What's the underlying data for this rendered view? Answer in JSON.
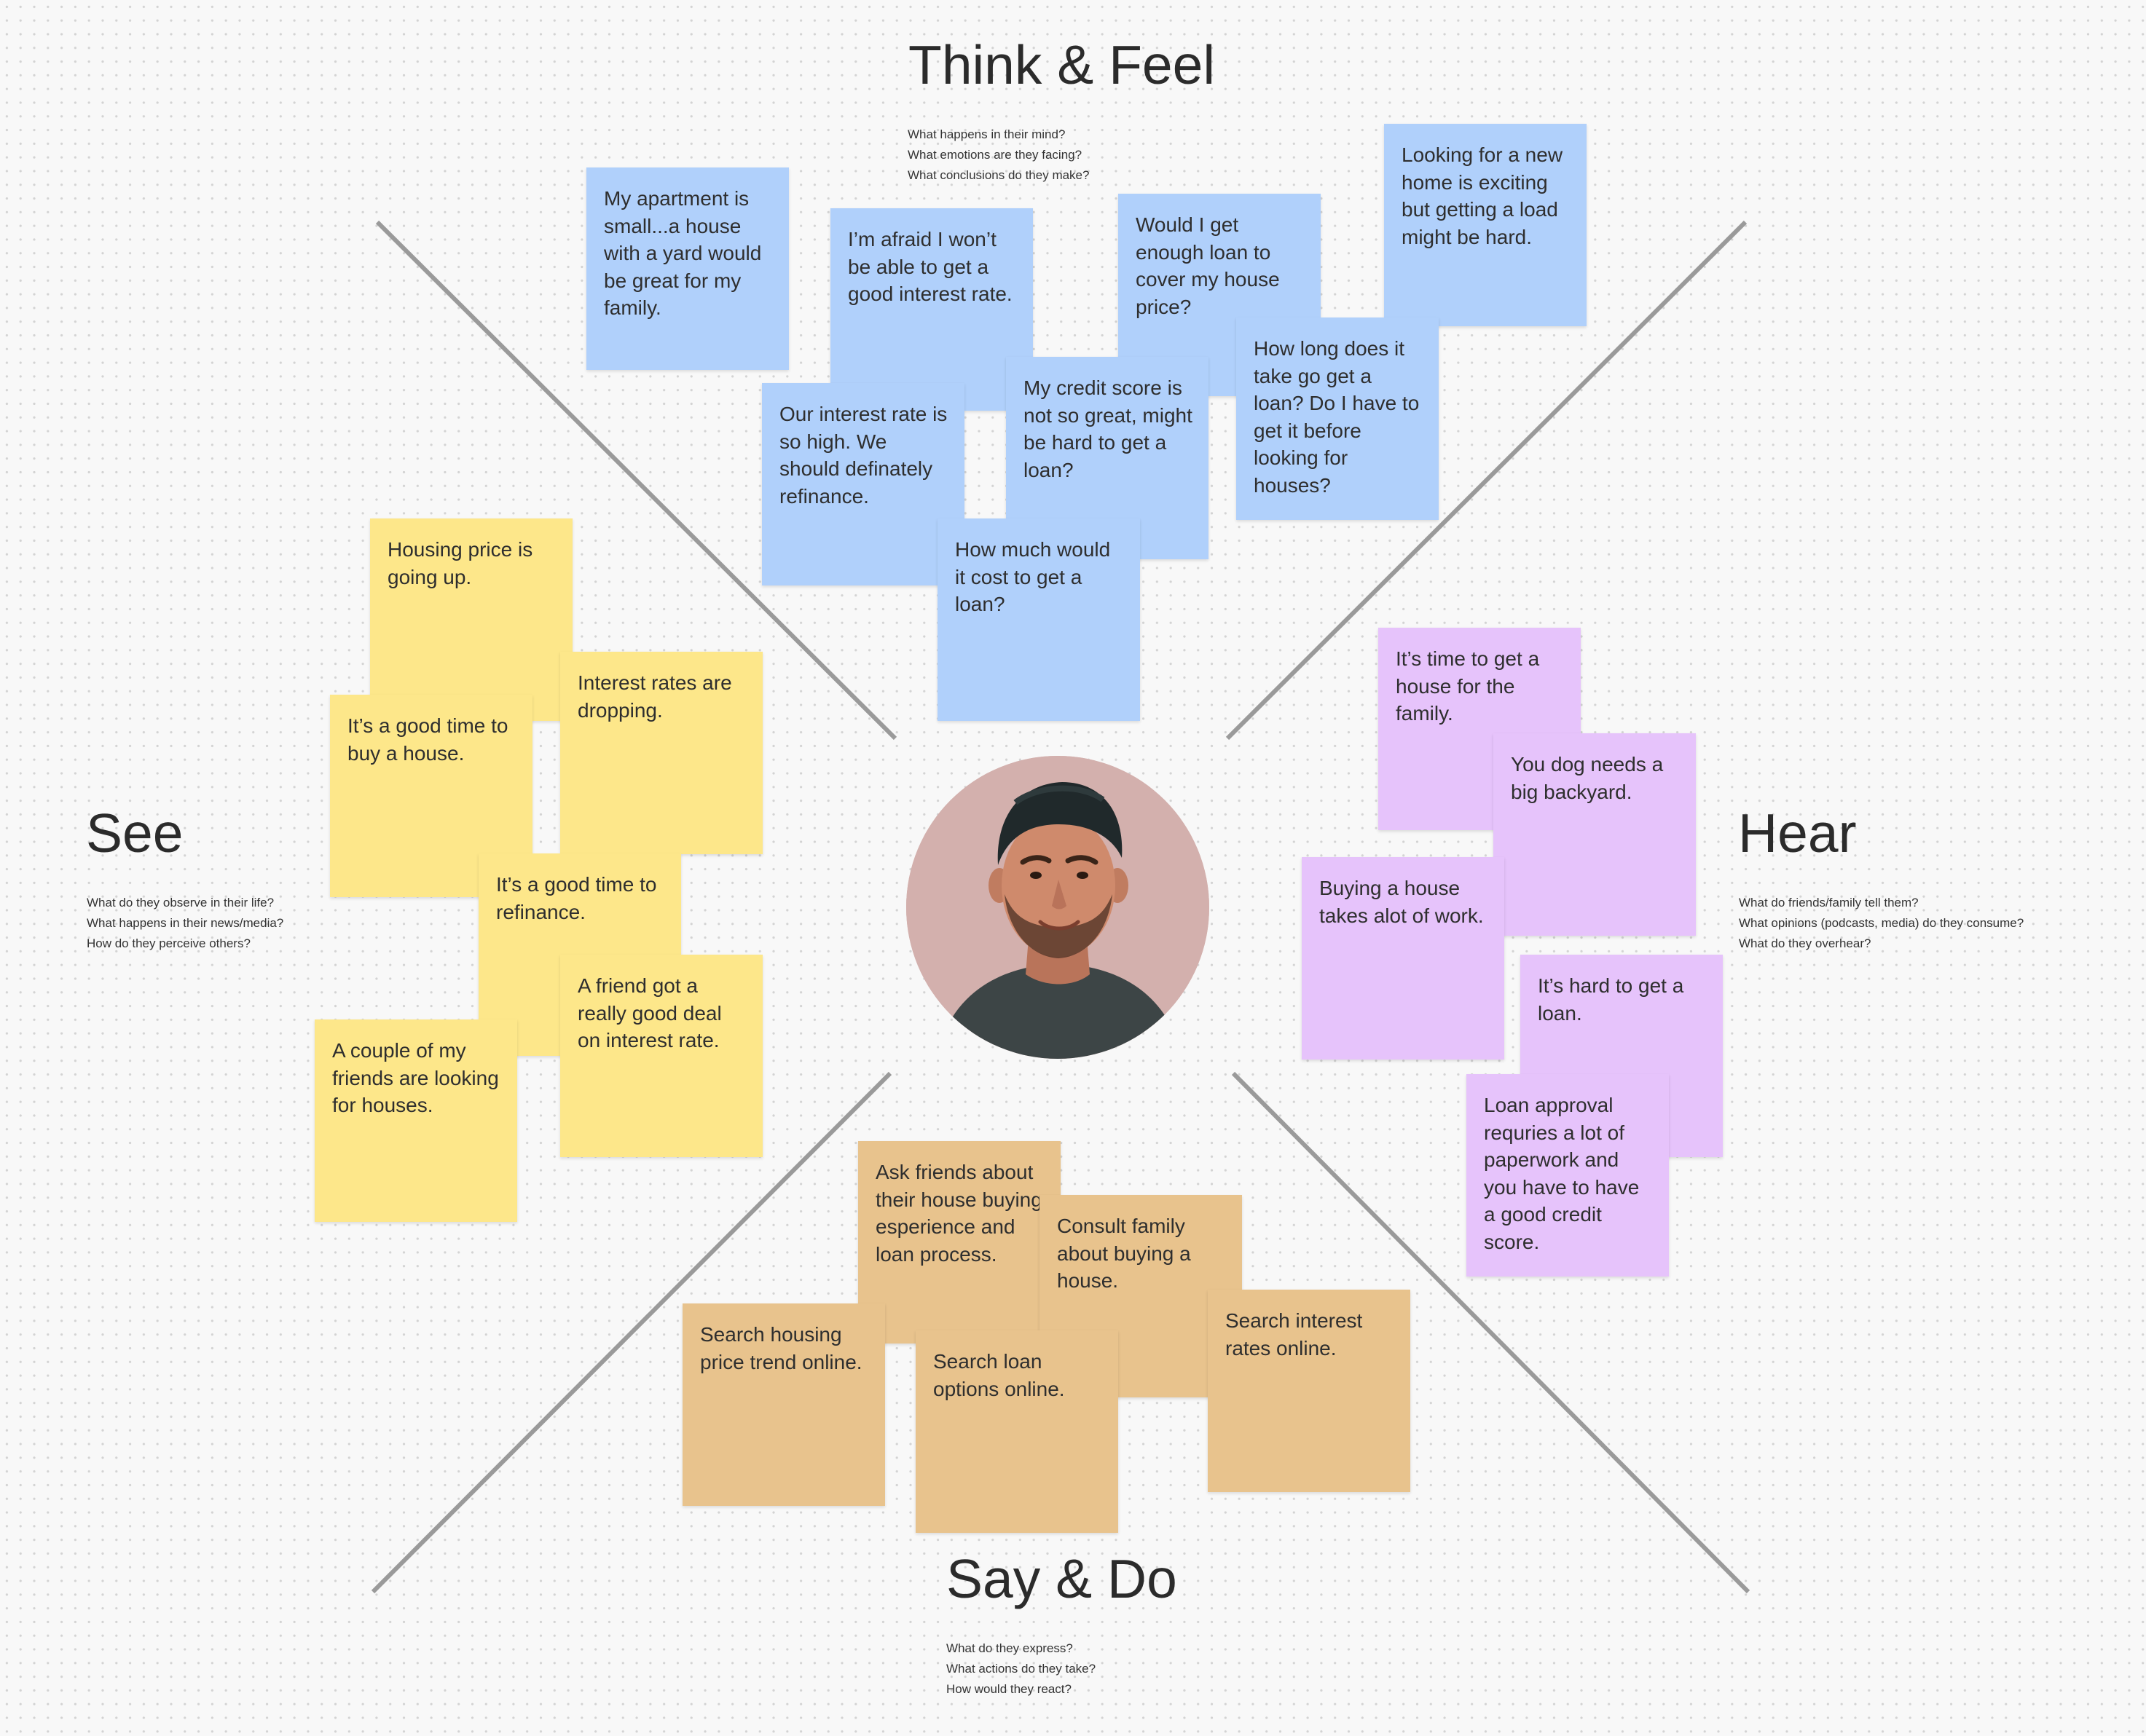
{
  "quadrants": {
    "think_feel": {
      "title": "Think & Feel",
      "questions": [
        "What happens in their mind?",
        "What emotions are they facing?",
        "What conclusions do they make?"
      ]
    },
    "see": {
      "title": "See",
      "questions": [
        "What do they observe in their life?",
        "What happens in their news/media?",
        "How do they perceive others?"
      ]
    },
    "hear": {
      "title": "Hear",
      "questions": [
        "What do friends/family tell them?",
        "What opinions (podcasts, media) do they consume?",
        "What do they overhear?"
      ]
    },
    "say_do": {
      "title": "Say & Do",
      "questions": [
        "What do they express?",
        "What actions do they take?",
        "How would they react?"
      ]
    }
  },
  "colors": {
    "think_feel": "#b0d0fb",
    "see": "#fde78a",
    "hear": "#e6c3fb",
    "say_do": "#e8c38d",
    "divider_lines": "#9a9a9a",
    "avatar_background": "#d3b0ad"
  },
  "stickies": {
    "think_feel": [
      "My apartment is small...a house with a yard would be great for my family.",
      "I’m afraid I won’t be able to get a good interest rate.",
      "Would I get enough loan to cover my house price?",
      "Looking for a new home is exciting but getting a load might be hard.",
      "How long does it take go get a loan? Do I have to get it before looking for houses?",
      "My credit score is not so great, might be hard to get a loan?",
      "Our interest rate is so high. We should definately refinance.",
      "How much would it cost to get a loan?"
    ],
    "see": [
      "Housing price is going up.",
      "Interest rates are dropping.",
      "It’s a good time to buy a house.",
      "It’s a good time to refinance.",
      "A friend got a really good deal on interest rate.",
      "A couple of my friends are looking for houses."
    ],
    "hear": [
      "It’s time to get a house for the family.",
      "You dog needs a big backyard.",
      "Buying a house takes alot of work.",
      "It’s hard to get a loan.",
      "Loan approval requries a lot of paperwork and you have to have a good credit score."
    ],
    "say_do": [
      "Ask friends about their house buying esperience and loan process.",
      "Consult family about buying a house.",
      "Search housing price trend online.",
      "Search loan options online.",
      "Search interest rates online."
    ]
  },
  "persona": {
    "avatar_icon": "person-photo-icon"
  }
}
